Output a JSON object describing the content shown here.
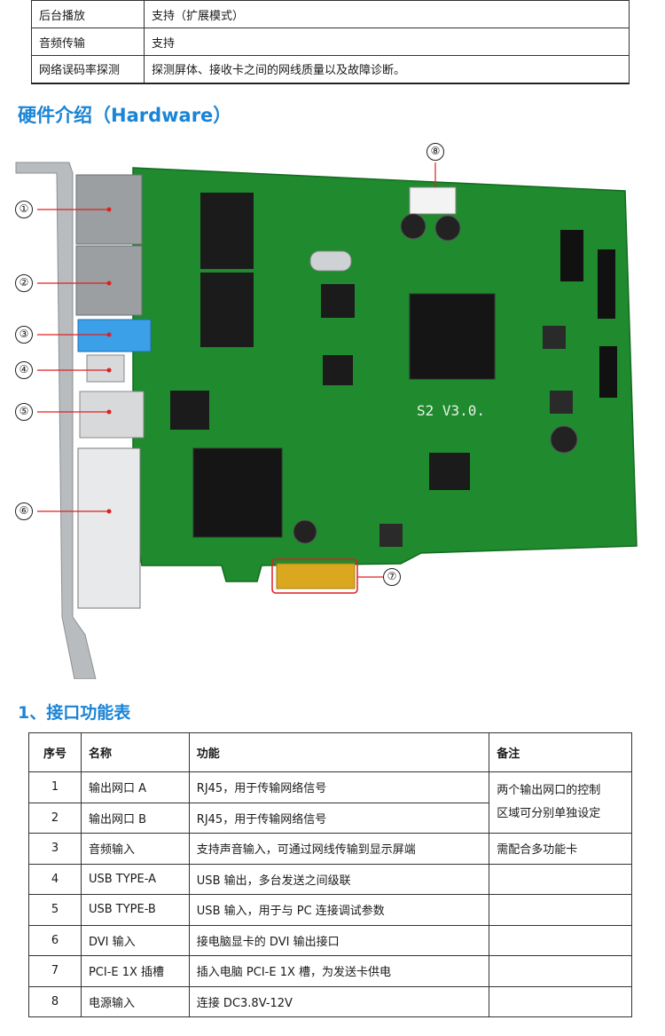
{
  "spec_rows": [
    {
      "key": "后台播放",
      "value": "支持（扩展模式）"
    },
    {
      "key": "音频传输",
      "value": "支持"
    },
    {
      "key": "网络误码率探测",
      "value": "探测屏体、接收卡之间的网线质量以及故障诊断。"
    }
  ],
  "hardware_title": "硬件介绍（Hardware）",
  "callouts": [
    "①",
    "②",
    "③",
    "④",
    "⑤",
    "⑥",
    "⑦",
    "⑧"
  ],
  "board": {
    "model_text": "S2 V3.0.",
    "pcb_color": "#1f8a2e",
    "bracket_color": "#b9bcbf"
  },
  "interface_title": "1、接口功能表",
  "interface_table": {
    "headers": [
      "序号",
      "名称",
      "功能",
      "备注"
    ],
    "rows": [
      {
        "no": "1",
        "name": "输出网口 A",
        "func": "RJ45，用于传输网络信号"
      },
      {
        "no": "2",
        "name": "输出网口 B",
        "func": "RJ45，用于传输网络信号"
      },
      {
        "no": "3",
        "name": "音频输入",
        "func": "支持声音输入，可通过网线传输到显示屏端",
        "remark": "需配合多功能卡"
      },
      {
        "no": "4",
        "name": "USB TYPE-A",
        "func": "USB 输出，多台发送之间级联",
        "remark": ""
      },
      {
        "no": "5",
        "name": "USB TYPE-B",
        "func": "USB 输入，用于与 PC 连接调试参数",
        "remark": ""
      },
      {
        "no": "6",
        "name": "DVI 输入",
        "func": "接电脑显卡的 DVI 输出接口",
        "remark": ""
      },
      {
        "no": "7",
        "name": "PCI-E 1X 插槽",
        "func": "插入电脑 PCI-E 1X 槽，为发送卡供电",
        "remark": ""
      },
      {
        "no": "8",
        "name": "电源输入",
        "func": "连接 DC3.8V-12V",
        "remark": ""
      }
    ],
    "merged_remark_line1": "两个输出网口的控制",
    "merged_remark_line2": "区域可分别单独设定"
  }
}
